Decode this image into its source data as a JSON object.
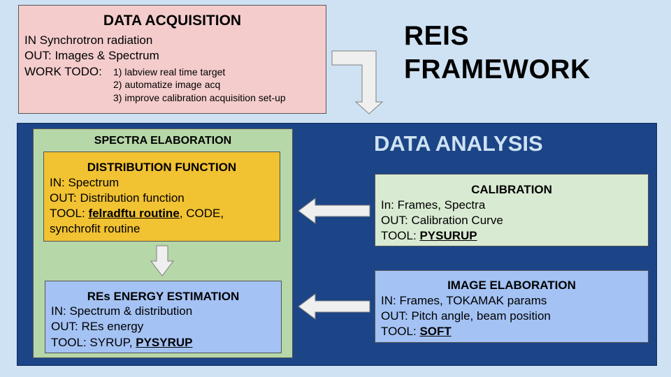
{
  "acquisition": {
    "title": "DATA ACQUISITION",
    "in_line": "IN Synchrotron radiation",
    "out_line": "OUT: Images & Spectrum",
    "work_label": "WORK TODO:",
    "todo": [
      "1) labview real time target",
      "2) automatize image acq",
      "3) improve calibration acquisition set-up"
    ]
  },
  "framework": {
    "line1": "REIS",
    "line2": "FRAMEWORK"
  },
  "analysis": {
    "title": "DATA ANALYSIS"
  },
  "spectra": {
    "title": "SPECTRA ELABORATION",
    "distribution": {
      "title": "DISTRIBUTION FUNCTION",
      "in_line": "IN: Spectrum",
      "out_line": "OUT: Distribution function",
      "tool_prefix": "TOOL: ",
      "tool_main": "felradftu routine",
      "tool_rest": ", CODE,",
      "tool_line2": "synchrofit routine"
    },
    "energy": {
      "title": "REs ENERGY ESTIMATION",
      "in_line": "IN: Spectrum & distribution",
      "out_line": "OUT: REs energy",
      "tool_prefix": "TOOL: SYRUP, ",
      "tool_main": "PYSYRUP"
    }
  },
  "calibration": {
    "title": "CALIBRATION",
    "in_line": "In: Frames, Spectra",
    "out_line": "OUT: Calibration Curve",
    "tool_prefix": "TOOL: ",
    "tool_main": "PYSURUP"
  },
  "image": {
    "title": "IMAGE ELABORATION",
    "in_line": "IN: Frames, TOKAMAK params",
    "out_line": "OUT: Pitch angle, beam position",
    "tool_prefix": "TOOL: ",
    "tool_main": "SOFT"
  },
  "colors": {
    "acquisition": "#f4cccc",
    "analysis": "#1c4587",
    "spectra": "#b6d7a8",
    "distribution": "#f1c232",
    "energy": "#a4c2f4",
    "calibration": "#d9ead3",
    "image": "#a4c2f4",
    "arrow": "#efefef"
  }
}
